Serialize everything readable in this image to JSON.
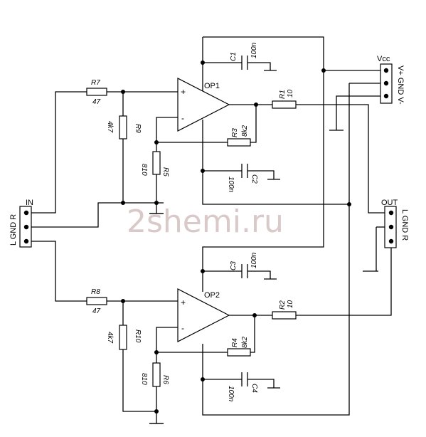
{
  "watermark": "2shemi.ru",
  "connectors": {
    "vcc": {
      "title": "Vcc",
      "pins": "V+ GND V-"
    },
    "in": {
      "title": "IN",
      "pins": "L GND R"
    },
    "out": {
      "title": "OUT",
      "pins": "L GND R"
    }
  },
  "opamps": {
    "op1": "OP1",
    "op2": "OP2",
    "plus": "+",
    "minus": "-"
  },
  "resistors": {
    "r1": {
      "name": "R1",
      "value": "10"
    },
    "r2": {
      "name": "R2",
      "value": "10"
    },
    "r3": {
      "name": "R3",
      "value": "8k2"
    },
    "r4": {
      "name": "R4",
      "value": "8k2"
    },
    "r5": {
      "name": "R5",
      "value": "810"
    },
    "r6": {
      "name": "R6",
      "value": "810"
    },
    "r7": {
      "name": "R7",
      "value": "47"
    },
    "r8": {
      "name": "R8",
      "value": "47"
    },
    "r9": {
      "name": "R9",
      "value": "4k7"
    },
    "r10": {
      "name": "R10",
      "value": "4k7"
    }
  },
  "capacitors": {
    "c1": {
      "name": "C1",
      "value": "100n"
    },
    "c2": {
      "name": "C2",
      "value": "100n"
    },
    "c3": {
      "name": "C3",
      "value": "100n"
    },
    "c4": {
      "name": "C4",
      "value": "100n"
    }
  }
}
